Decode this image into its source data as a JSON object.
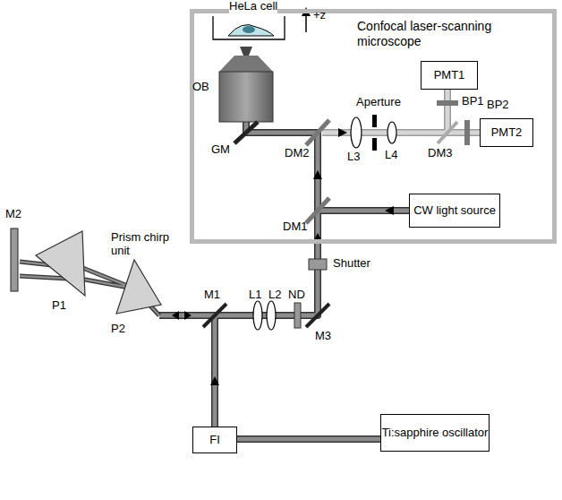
{
  "diagram": {
    "nodes": [
      {
        "text": [
          "Confocal laser-scanning microscope"
        ]
      },
      {
        "text": [
          "PMT1"
        ],
        "in": 0
      },
      {
        "text": [
          "PMT2"
        ],
        "in": 0
      },
      {
        "text": [
          "CW light source"
        ],
        "in": 0
      },
      {
        "text": [
          "FI"
        ]
      },
      {
        "text": [
          "Ti:sapphire oscillator"
        ]
      }
    ],
    "edges": [
      {
        "from": 5,
        "to": 4,
        "arrow": "none"
      }
    ],
    "labels": [
      "HeLa cell",
      "+z",
      "OB",
      "GM",
      "DM2",
      "Aperture",
      "L3",
      "L4",
      "DM3",
      "BP1",
      "BP2",
      "DM1",
      "M2",
      "P1",
      "Prism chirp unit",
      "P2",
      "M1",
      "L1",
      "L2",
      "ND",
      "Shutter",
      "M3"
    ]
  }
}
